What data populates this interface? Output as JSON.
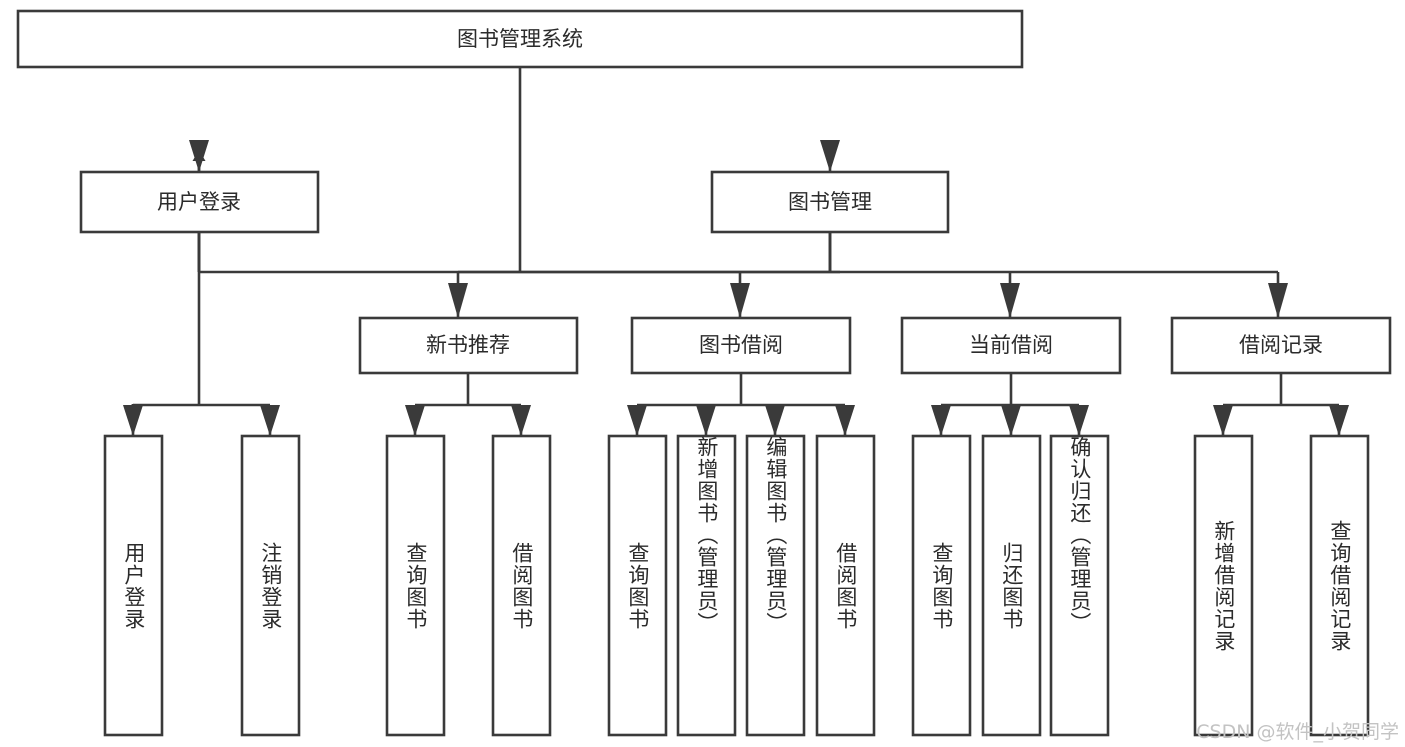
{
  "title": "图书管理系统",
  "watermark": "CSDN @软件_小贺同学",
  "colors": {
    "stroke": "#3a3a3a",
    "text": "#2b2b2b",
    "background": "#ffffff",
    "watermark": "#c3c3c3"
  },
  "chart_data": {
    "type": "diagram",
    "title": "图书管理系统",
    "orientation": "top-down",
    "levels": 4,
    "root": {
      "label": "图书管理系统",
      "children": [
        {
          "label": "用户登录",
          "children": [
            {
              "label": "用户登录"
            },
            {
              "label": "注销登录"
            }
          ]
        },
        {
          "label": "图书管理",
          "children": [
            {
              "label": "新书推荐",
              "children": [
                {
                  "label": "查询图书"
                },
                {
                  "label": "借阅图书"
                }
              ]
            },
            {
              "label": "图书借阅",
              "children": [
                {
                  "label": "查询图书"
                },
                {
                  "label": "新增图书（管理员）"
                },
                {
                  "label": "编辑图书（管理员）"
                },
                {
                  "label": "借阅图书"
                }
              ]
            },
            {
              "label": "当前借阅",
              "children": [
                {
                  "label": "查询图书"
                },
                {
                  "label": "归还图书"
                },
                {
                  "label": "确认归还（管理员）"
                }
              ]
            },
            {
              "label": "借阅记录",
              "children": [
                {
                  "label": "新增借阅记录"
                },
                {
                  "label": "查询借阅记录"
                }
              ]
            }
          ]
        }
      ]
    }
  },
  "nodes": {
    "root": {
      "label": "图书管理系统"
    },
    "level2": [
      {
        "label": "用户登录"
      },
      {
        "label": "图书管理"
      }
    ],
    "level3": [
      {
        "label": "新书推荐"
      },
      {
        "label": "图书借阅"
      },
      {
        "label": "当前借阅"
      },
      {
        "label": "借阅记录"
      }
    ],
    "leaves": [
      {
        "label": "用户登录"
      },
      {
        "label": "注销登录"
      },
      {
        "label": "查询图书"
      },
      {
        "label": "借阅图书"
      },
      {
        "label": "查询图书"
      },
      {
        "label": "新增图书（管理员）"
      },
      {
        "label": "编辑图书（管理员）"
      },
      {
        "label": "借阅图书"
      },
      {
        "label": "查询图书"
      },
      {
        "label": "归还图书"
      },
      {
        "label": "确认归还（管理员）"
      },
      {
        "label": "新增借阅记录"
      },
      {
        "label": "查询借阅记录"
      }
    ]
  }
}
